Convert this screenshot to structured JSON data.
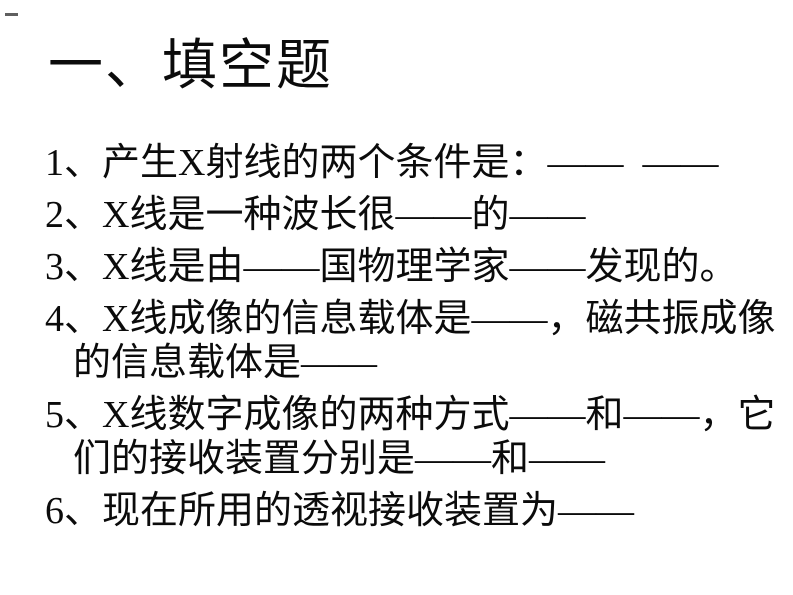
{
  "slide": {
    "title": "一、填空题",
    "questions": [
      {
        "lines": [
          "1、产生X射线的两个条件是：——  ——"
        ]
      },
      {
        "lines": [
          "2、X线是一种波长很——的——"
        ]
      },
      {
        "lines": [
          "3、X线是由——国物理学家——发现的。"
        ]
      },
      {
        "lines": [
          "4、X线成像的信息载体是——，磁共振成像",
          "的信息载体是——"
        ]
      },
      {
        "lines": [
          "5、X线数字成像的两种方式——和——，它",
          "们的接收装置分别是——和——"
        ]
      },
      {
        "lines": [
          "6、现在所用的透视接收装置为——"
        ]
      }
    ],
    "colors": {
      "background": "#ffffff",
      "text": "#0b0b0b",
      "corner_mark": "#5f5f5f"
    }
  }
}
